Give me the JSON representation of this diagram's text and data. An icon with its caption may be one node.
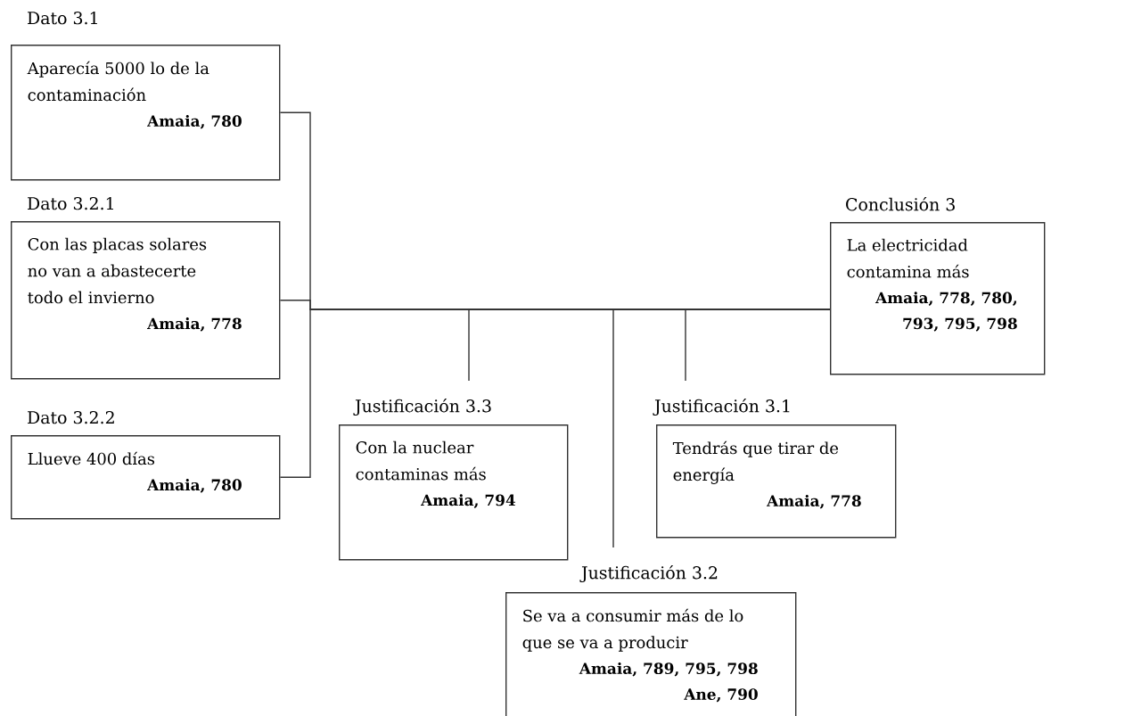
{
  "diagram": {
    "nodes": [
      {
        "text": [
          "Dato 3.1",
          "Aparecía 5000 lo de la contaminación",
          "Amaia, 780"
        ]
      },
      {
        "text": [
          "Dato 3.2.1",
          "Con las placas solares no van a abastecerte todo el invierno",
          "Amaia, 778"
        ]
      },
      {
        "text": [
          "Conclusión 3",
          "La electricidad contamina más",
          "Amaia, 778, 780, 793, 795, 798"
        ]
      },
      {
        "text": [
          "Dato 3.2.2",
          "Llueve 400 días",
          "Amaia, 780"
        ]
      },
      {
        "text": [
          "Justificación 3.3",
          "Con la nuclear contaminas más",
          "Amaia, 794"
        ]
      },
      {
        "text": [
          "Justificación 3.1",
          "Tendrás que tirar de energía",
          "Amaia, 778"
        ]
      },
      {
        "text": [
          "Justificación 3.2",
          "Se va a consumir más de lo que se va a producir",
          "Amaia, 789, 795, 798",
          "Ane, 790"
        ]
      }
    ],
    "edges": [
      {
        "from": 0,
        "to": 2,
        "arrow": "none"
      },
      {
        "from": 1,
        "to": 2,
        "arrow": "none"
      },
      {
        "from": 3,
        "to": 2,
        "arrow": "none"
      },
      {
        "from": 4,
        "to": 2,
        "arrow": "none"
      },
      {
        "from": 5,
        "to": 2,
        "arrow": "none"
      },
      {
        "from": 6,
        "to": 2,
        "arrow": "none"
      }
    ]
  }
}
